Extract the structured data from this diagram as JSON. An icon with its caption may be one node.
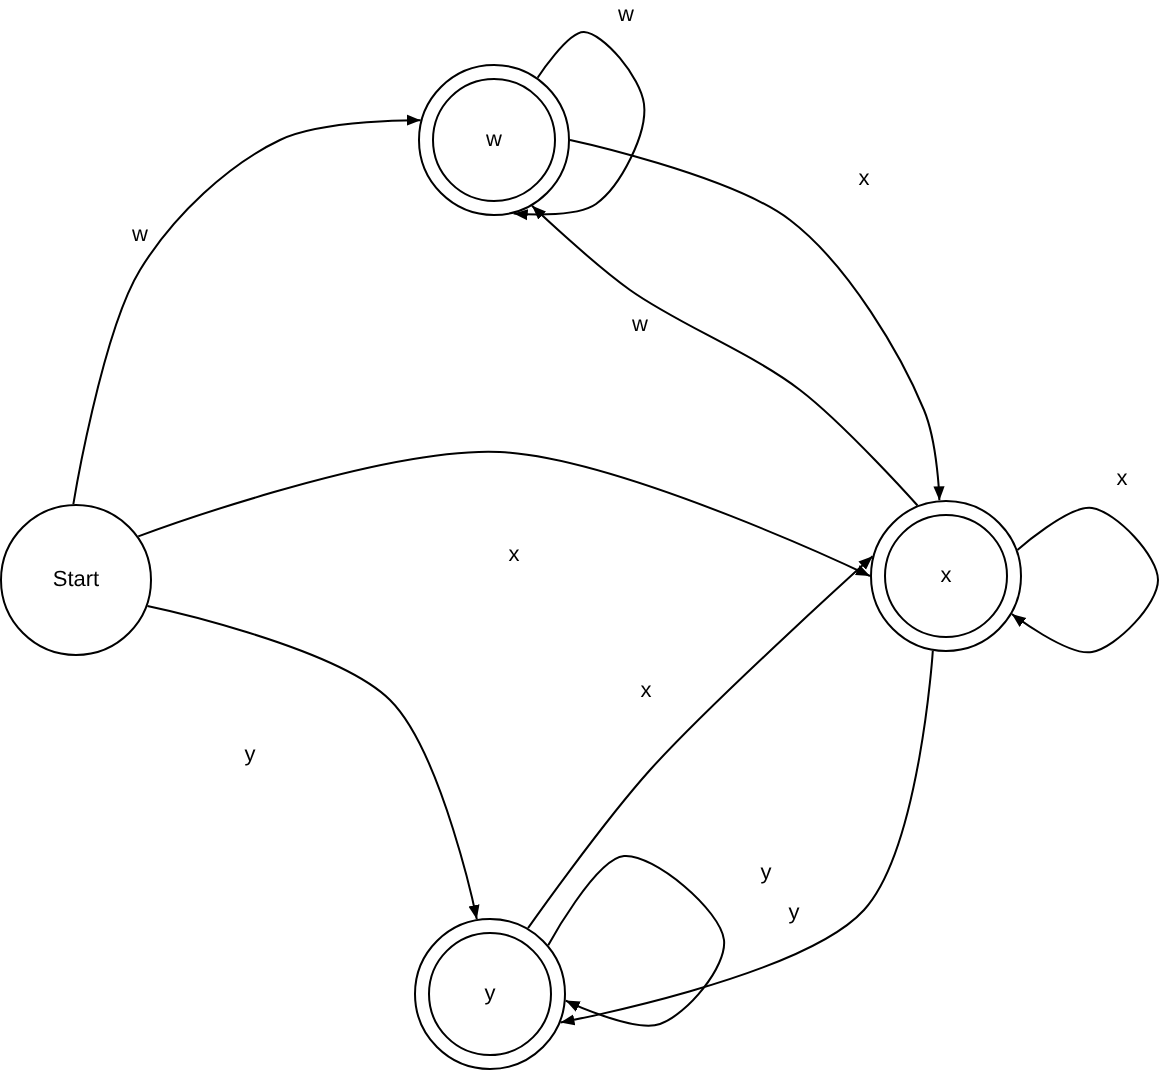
{
  "diagram": {
    "nodes": [
      {
        "text": [
          "Start"
        ]
      },
      {
        "text": [
          "w"
        ]
      },
      {
        "text": [
          "x"
        ]
      },
      {
        "text": [
          "y"
        ]
      }
    ],
    "edges": [
      {
        "from": 0,
        "to": 1,
        "arrow": "to",
        "label": "w"
      },
      {
        "from": 1,
        "to": 1,
        "arrow": "to",
        "label": "w"
      },
      {
        "from": 1,
        "to": 2,
        "arrow": "to",
        "label": "x"
      },
      {
        "from": 2,
        "to": 1,
        "arrow": "to",
        "label": "w"
      },
      {
        "from": 0,
        "to": 2,
        "arrow": "to",
        "label": "x"
      },
      {
        "from": 2,
        "to": 2,
        "arrow": "to",
        "label": "x"
      },
      {
        "from": 0,
        "to": 3,
        "arrow": "to",
        "label": "y"
      },
      {
        "from": 3,
        "to": 2,
        "arrow": "to",
        "label": "x"
      },
      {
        "from": 3,
        "to": 3,
        "arrow": "to",
        "label": "y"
      },
      {
        "from": 2,
        "to": 3,
        "arrow": "to",
        "label": "y"
      }
    ]
  }
}
